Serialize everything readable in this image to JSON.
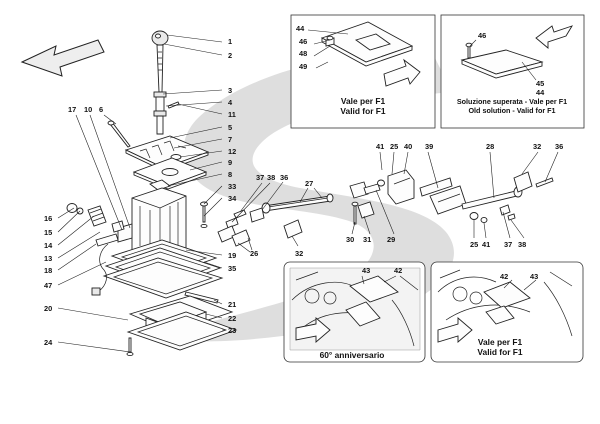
{
  "labels": {
    "l1": "1",
    "l2": "2",
    "l3": "3",
    "l4": "4",
    "l11": "11",
    "l5": "5",
    "l7": "7",
    "l12": "12",
    "l9": "9",
    "l8": "8",
    "l33": "33",
    "l34": "34",
    "l19": "19",
    "l35": "35",
    "l21": "21",
    "l22": "22",
    "l23": "23",
    "l17": "17",
    "l10": "10",
    "l6": "6",
    "l16": "16",
    "l15": "15",
    "l14": "14",
    "l13": "13",
    "l18": "18",
    "l47": "47",
    "l20": "20",
    "l24": "24",
    "l37a": "37",
    "l38a": "38",
    "l36a": "36",
    "l27": "27",
    "l26": "26",
    "l32a": "32",
    "l30": "30",
    "l31": "31",
    "l29": "29",
    "l41a": "41",
    "l25a": "25",
    "l40": "40",
    "l39": "39",
    "l28": "28",
    "l32b": "32",
    "l36b": "36",
    "l25b": "25",
    "l41b": "41",
    "l37b": "37",
    "l38b": "38",
    "l44": "44",
    "l46a": "46",
    "l48": "48",
    "l49": "49",
    "l46b": "46",
    "l45": "45",
    "l44b": "44",
    "l43a": "43",
    "l42a": "42",
    "l42b": "42",
    "l43b": "43"
  },
  "captions": {
    "box1_line1": "Vale per F1",
    "box1_line2": "Valid for F1",
    "box2_line1": "Soluzione superata - Vale per F1",
    "box2_line2": "Old solution - Valid for F1",
    "box3_caption": "60° anniversario",
    "box4_line1": "Vale per F1",
    "box4_line2": "Valid for F1"
  },
  "icons": [
    "direction-arrow-icon",
    "watermark-swoosh"
  ]
}
